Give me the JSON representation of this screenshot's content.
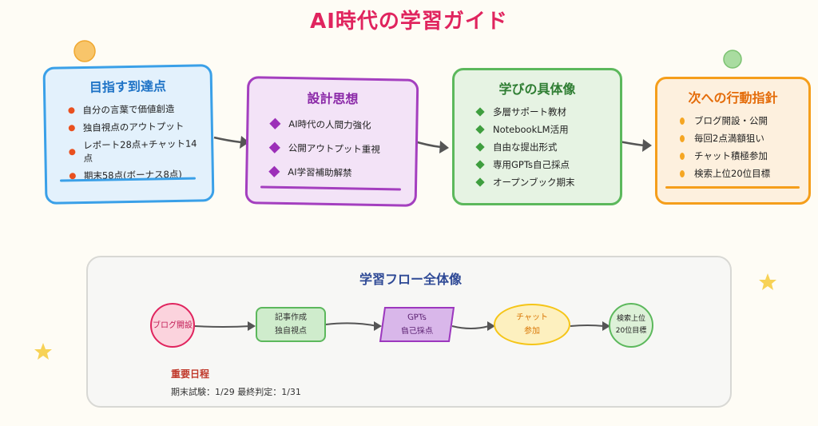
{
  "title": "AI時代の学習ガイド",
  "colors": {
    "title": "#e0245e",
    "blue": "#3aa0e8",
    "purple": "#a43fbf",
    "green": "#5cb85c",
    "orange": "#f59e1b"
  },
  "cards": [
    {
      "title": "目指す到達点",
      "bullet": "dot",
      "items": [
        "自分の言葉で価値創造",
        "独自視点のアウトプット",
        "レポート28点+チャット14点",
        "期末58点(ボーナス8点)"
      ]
    },
    {
      "title": "設計思想",
      "bullet": "diamond",
      "items": [
        "AI時代の人間力強化",
        "公開アウトプット重視",
        "AI学習補助解禁"
      ]
    },
    {
      "title": "学びの具体像",
      "bullet": "diamond-small",
      "items": [
        "多層サポート教材",
        "NotebookLM活用",
        "自由な提出形式",
        "専用GPTs自己採点",
        "オープンブック期末"
      ]
    },
    {
      "title": "次への行動指針",
      "bullet": "oval",
      "items": [
        "ブログ開設・公開",
        "毎回2点満額狙い",
        "チャット積極参加",
        "検索上位20位目標"
      ]
    }
  ],
  "flow": {
    "title": "学習フロー全体像",
    "nodes": [
      {
        "lines": [
          "ブログ開設"
        ]
      },
      {
        "lines": [
          "記事作成",
          "独自視点"
        ]
      },
      {
        "lines": [
          "GPTs",
          "自己採点"
        ]
      },
      {
        "lines": [
          "チャット",
          "参加"
        ]
      },
      {
        "lines": [
          "検索上位",
          "20位目標"
        ]
      }
    ],
    "schedule_title": "重要日程",
    "schedule_text": "期末試験：1/29 最終判定：1/31"
  }
}
